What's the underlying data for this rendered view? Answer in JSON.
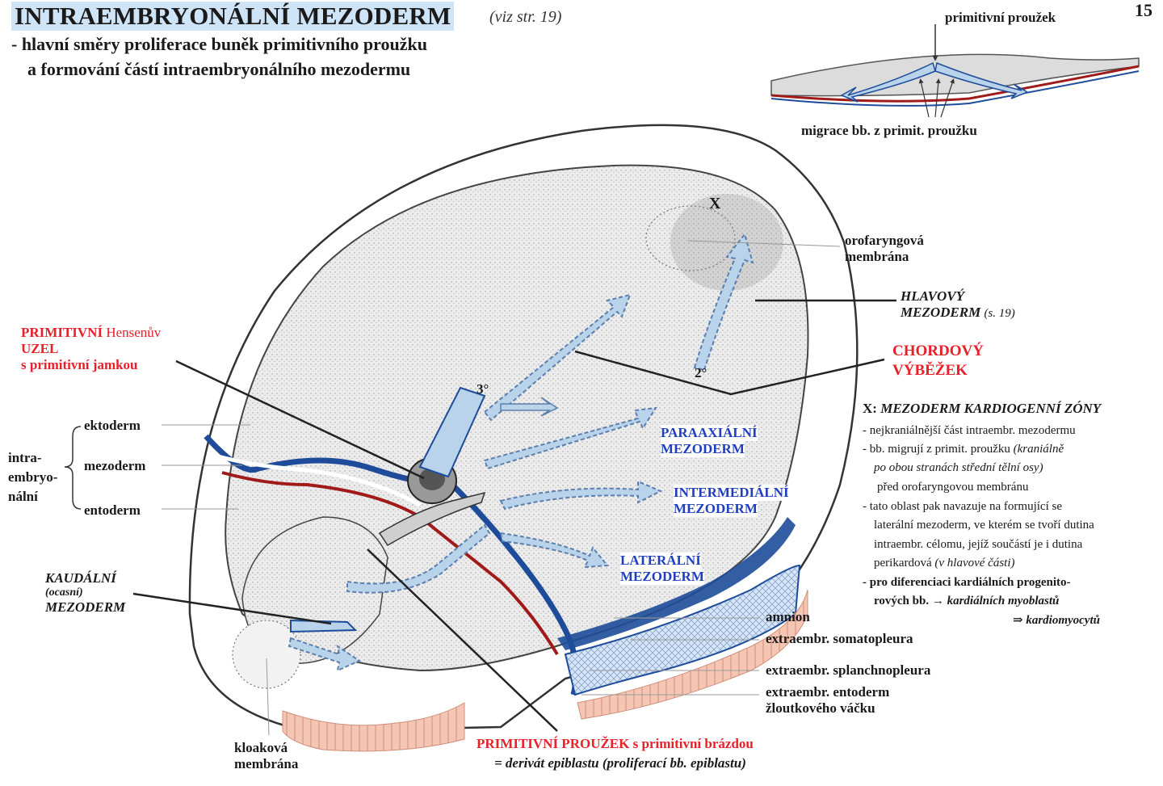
{
  "header": {
    "title": "INTRAEMBRYONÁLNÍ MEZODERM",
    "title_ref": "(viz str. 19)",
    "page_number": "15",
    "subtitle_line1": "- hlavní směry proliferace buněk primitivního proužku",
    "subtitle_line2": "a formování částí intraembryonálního mezodermu"
  },
  "inset": {
    "label_top": "primitivní proužek",
    "label_bottom": "migrace bb. z primit. proužku"
  },
  "labels": {
    "hensen_1a": "PRIMITIVNÍ",
    "hensen_1b": "Hensenův",
    "hensen_2": "UZEL",
    "hensen_3": "s primitivní jamkou",
    "ektoderm": "ektoderm",
    "mezoderm": "mezoderm",
    "entoderm": "entoderm",
    "intra_1": "intra-",
    "intra_2": "embryo-",
    "intra_3": "nální",
    "kaudalni_1": "KAUDÁLNÍ",
    "kaudalni_2": "(ocasní)",
    "kaudalni_3": "MEZODERM",
    "kloakova_1": "kloaková",
    "kloakova_2": "membrána",
    "orofaryngova_1": "orofaryngová",
    "orofaryngova_2": "membrána",
    "hlavovy_1": "HLAVOVÝ",
    "hlavovy_2": "MEZODERM",
    "hlavovy_ref": "(s. 19)",
    "chordovy_1": "CHORDOVÝ",
    "chordovy_2": "VÝBĚŽEK",
    "paraaxialni_1": "PARAAXIÁLNÍ",
    "paraaxialni_2": "MEZODERM",
    "intermedialni_1": "INTERMEDIÁLNÍ",
    "intermedialni_2": "MEZODERM",
    "lateralni_1": "LATERÁLNÍ",
    "lateralni_2": "MEZODERM",
    "amnion": "amnion",
    "somatopleura": "extraembr. somatopleura",
    "splanchnopleura": "extraembr. splanchnopleura",
    "entoderm_extra_1": "extraembr. entoderm",
    "entoderm_extra_2": "žloutkového váčku",
    "proužek_1a": "PRIMITIVNÍ PROUŽEK",
    "proužek_1b": "s primitivní brázdou",
    "proužek_2": "= derivát epiblastu (proliferací bb. epiblastu)",
    "marker_x": "X",
    "marker_2": "2°",
    "marker_3": "3°"
  },
  "notes": {
    "heading_x": "X:",
    "heading": "MEZODERM KARDIOGENNÍ ZÓNY",
    "lines": [
      "- nejkraniálnější část intraembr. mezodermu",
      "- bb. migrují z primit. proužku",
      "(kraniálně",
      "po obou stranách střední tělní osy)",
      "před orofaryngovou membránu",
      "- tato oblast pak navazuje na formující se",
      "laterální mezoderm, ve kterém se tvoří dutina",
      "intraembr. célomu, jejíž součástí je i dutina",
      "perikardová",
      "(v hlavové části)",
      "- pro diferenciaci kardiálních progenito-",
      "rových bb.",
      "→",
      "kardiálních myoblastů",
      "⇒ kardiomyocytů"
    ]
  },
  "colors": {
    "highlight": "#cfe4f7",
    "red_label": "#e8202a",
    "blue_label": "#1f3fbf",
    "mesoderm_blue": "#1e4c9a",
    "arrow_fill": "#b9d3ea",
    "embryo_fill": "#eeeeee",
    "yolk_pink": "#f6c6b4",
    "inset_red": "#a11a1a"
  }
}
